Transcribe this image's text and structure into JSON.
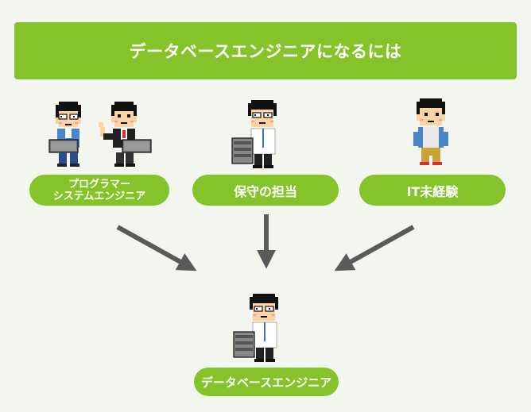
{
  "title": "データベースエンジニアになるには",
  "sources": [
    {
      "line1": "プログラマー",
      "line2": "システムエンジニア"
    },
    {
      "label": "保守の担当"
    },
    {
      "label": "IT未経験"
    }
  ],
  "target": {
    "label": "データベースエンジニア"
  },
  "colors": {
    "accent": "#84c42a",
    "arrow": "#5a5a5a",
    "background": "#f3f6ee"
  },
  "icons": [
    "programmer-with-laptop-icon",
    "pointing-engineer-with-laptop-icon",
    "maintenance-engineer-with-server-icon",
    "beginner-person-icon",
    "database-engineer-with-server-icon"
  ]
}
